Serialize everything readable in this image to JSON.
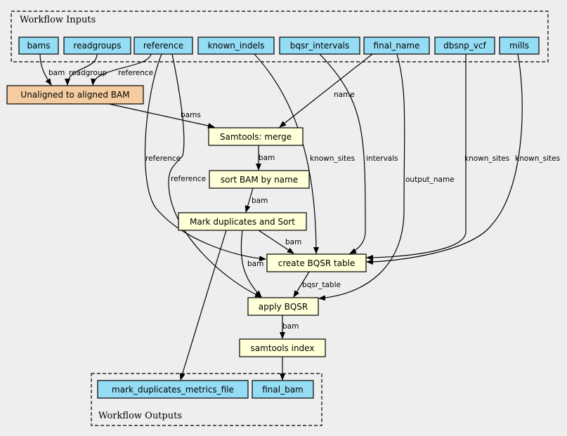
{
  "clusters": {
    "inputs_label": "Workflow Inputs",
    "outputs_label": "Workflow Outputs"
  },
  "inputs": {
    "bams": "bams",
    "readgroups": "readgroups",
    "reference": "reference",
    "known_indels": "known_indels",
    "bqsr_intervals": "bqsr_intervals",
    "final_name": "final_name",
    "dbsnp_vcf": "dbsnp_vcf",
    "mills": "mills"
  },
  "steps": {
    "unaligned_to_aligned": "Unaligned to aligned BAM",
    "samtools_merge": "Samtools: merge",
    "sort_bam": "sort BAM by name",
    "mark_duplicates": "Mark duplicates and Sort",
    "create_bqsr": "create BQSR table",
    "apply_bqsr": "apply BQSR",
    "samtools_index": "samtools index"
  },
  "outputs": {
    "mark_duplicates_metrics_file": "mark_duplicates_metrics_file",
    "final_bam": "final_bam"
  },
  "edge_labels": {
    "bams_to_align": "bam",
    "readgroups_to_align": "readgroup",
    "reference_to_align": "reference",
    "align_to_merge": "bams",
    "final_name_to_merge": "name",
    "merge_to_sort": "bam",
    "reference_to_bqsr": "reference",
    "reference_to_apply": "reference",
    "known_indels_to_bqsr": "known_sites",
    "intervals_to_bqsr": "intervals",
    "final_name_to_apply": "output_name",
    "dbsnp_to_bqsr": "known_sites",
    "mills_to_bqsr": "known_sites",
    "sort_to_markdup": "bam",
    "markdup_to_bqsr": "bam",
    "markdup_to_apply": "bam",
    "bqsr_to_apply": "bqsr_table",
    "apply_to_index": "bam"
  },
  "colors": {
    "io": "#94ddf4",
    "step": "#ffffd8",
    "subworkflow": "#f4cca0",
    "background": "#eeeeee"
  }
}
